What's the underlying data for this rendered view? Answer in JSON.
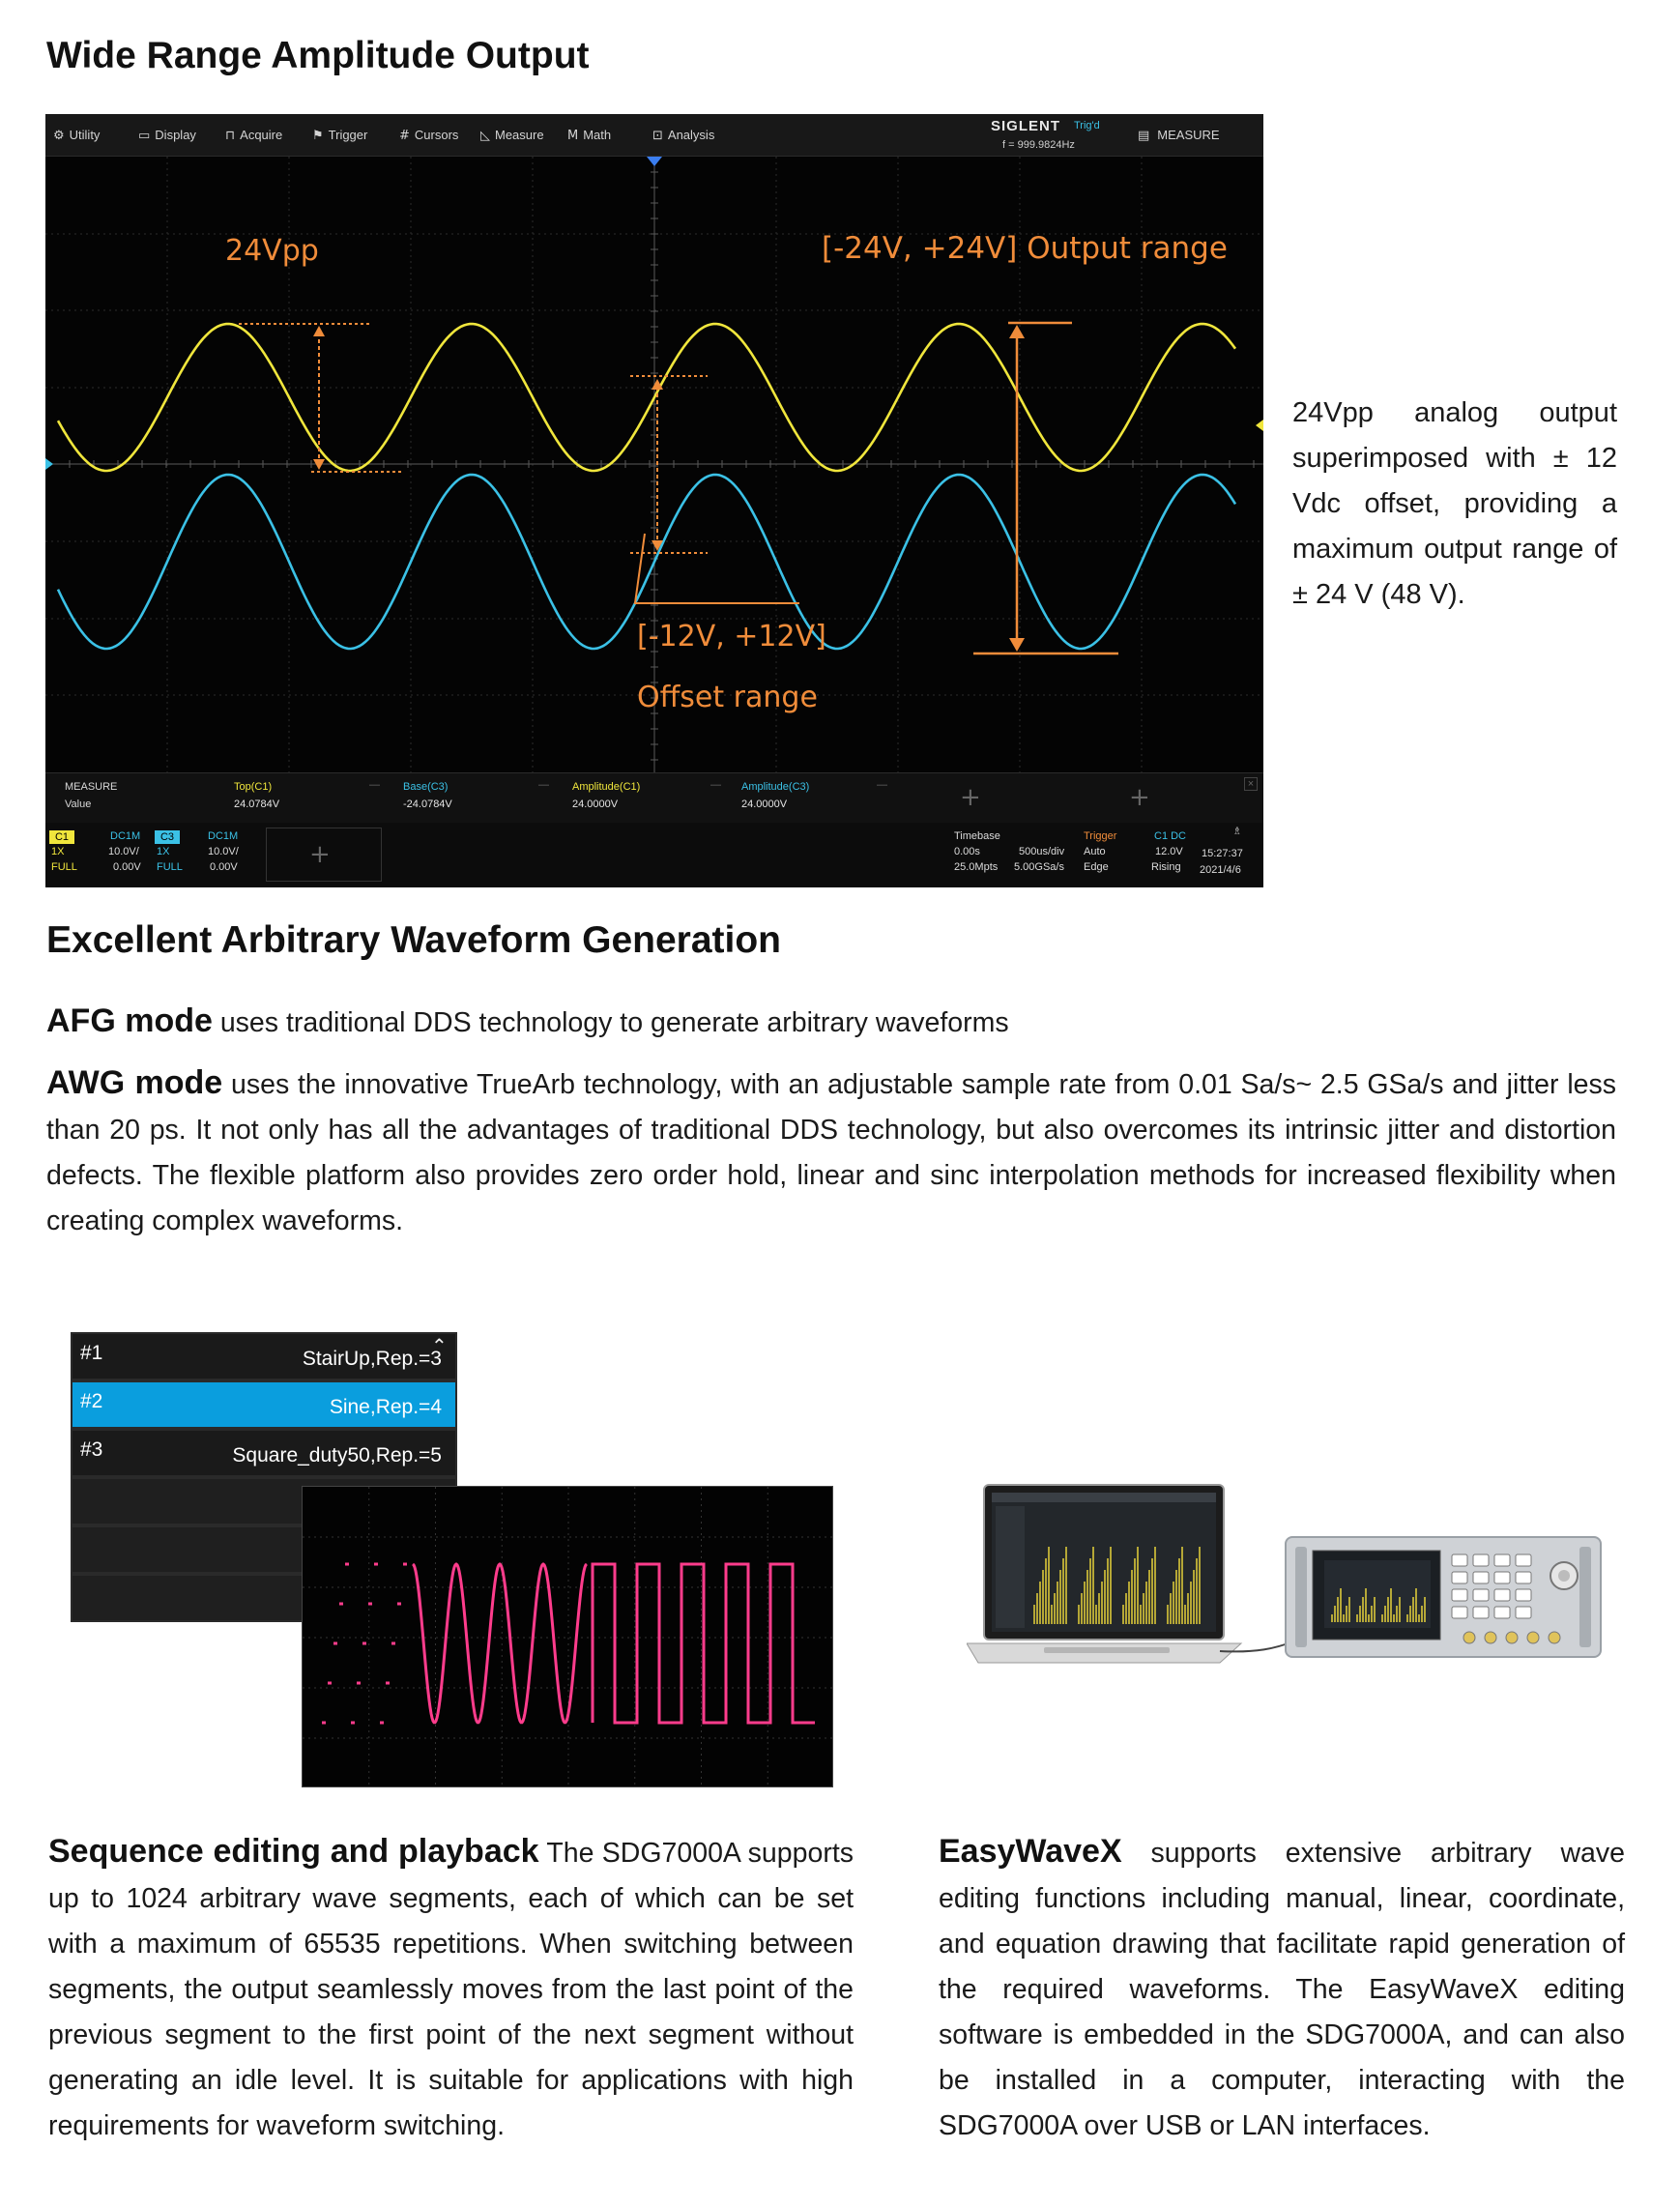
{
  "section1": {
    "title": "Wide Range Amplitude Output"
  },
  "scope": {
    "menu": [
      {
        "label": "Utility",
        "icon": "gear-icon",
        "glyph": "⚙"
      },
      {
        "label": "Display",
        "icon": "display-icon",
        "glyph": "▭"
      },
      {
        "label": "Acquire",
        "icon": "acquire-icon",
        "glyph": "⊓"
      },
      {
        "label": "Trigger",
        "icon": "flag-icon",
        "glyph": "⚑"
      },
      {
        "label": "Cursors",
        "icon": "cursors-icon",
        "glyph": "#"
      },
      {
        "label": "Measure",
        "icon": "measure-icon",
        "glyph": "◺"
      },
      {
        "label": "Math",
        "icon": "math-icon",
        "glyph": "M"
      },
      {
        "label": "Analysis",
        "icon": "analysis-icon",
        "glyph": "⊡"
      }
    ],
    "brand": "SIGLENT",
    "trig_status": "Trig'd",
    "frequency": "f = 999.9824Hz",
    "measure_button": "MEASURE",
    "annotations": {
      "vpp": "24Vpp",
      "output_range": "[-24V, +24V] Output range",
      "offset_values": "[-12V, +12V]",
      "offset_label": "Offset  range"
    },
    "measure_bar": {
      "label": "MEASURE",
      "value_label": "Value",
      "items": [
        {
          "name": "Top(C1)",
          "value": "24.0784V"
        },
        {
          "name": "Base(C3)",
          "value": "-24.0784V"
        },
        {
          "name": "Amplitude(C1)",
          "value": "24.0000V"
        },
        {
          "name": "Amplitude(C3)",
          "value": "24.0000V"
        }
      ]
    },
    "channels": {
      "c1": {
        "tag": "C1",
        "coupling": "DC1M",
        "probe": "1X",
        "scale": "10.0V/",
        "bw": "FULL",
        "offset": "0.00V"
      },
      "c3": {
        "tag": "C3",
        "coupling": "DC1M",
        "probe": "1X",
        "scale": "10.0V/",
        "bw": "FULL",
        "offset": "0.00V"
      }
    },
    "timebase": {
      "label": "Timebase",
      "delay": "0.00s",
      "scale": "500us/div",
      "mpts": "25.0Mpts",
      "rate": "5.00GSa/s"
    },
    "trigger": {
      "label": "Trigger",
      "source": "C1 DC",
      "mode": "Auto",
      "level": "12.0V",
      "type": "Edge",
      "slope": "Rising"
    },
    "clock": {
      "time": "15:27:37",
      "date": "2021/4/6"
    },
    "colors": {
      "ch1": "#f0e63c",
      "ch3": "#3bc1e6",
      "annotation": "#f08c3a"
    }
  },
  "side_text": "24Vpp analog output superimposed with ± 12 Vdc offset, providing a maximum output range of ± 24 V (48 V).",
  "section2": {
    "title": "Excellent Arbitrary Waveform Generation",
    "afg_bold": "AFG mode",
    "afg_text": " uses traditional DDS technology to generate arbitrary waveforms",
    "awg_bold": "AWG mode",
    "awg_text": " uses the innovative TrueArb technology, with an adjustable sample rate from 0.01 Sa/s~ 2.5 GSa/s and jitter less than 20 ps. It not only has all the advantages of traditional DDS technology, but also overcomes its intrinsic jitter and distortion defects. The flexible platform also provides zero order hold, linear and sinc interpolation methods for increased flexibility when creating complex waveforms."
  },
  "sequence": {
    "rows": [
      {
        "idx": "#1",
        "name": "StairUp,Rep.=3"
      },
      {
        "idx": "#2",
        "name": "Sine,Rep.=4"
      },
      {
        "idx": "#3",
        "name": "Square_duty50,Rep.=5"
      }
    ],
    "selected_color": "#0a9ede",
    "wave_color": "#ff3c8c"
  },
  "seq_para": {
    "bold": "Sequence editing and playback",
    "text": " The SDG7000A supports up to 1024 arbitrary wave segments, each of which can be set with a maximum of 65535 repetitions. When switching between segments, the output seamlessly moves from the last point of the previous segment to the first point of the next segment without generating an idle level. It is suitable for applications with high requirements for waveform switching."
  },
  "easywave_para": {
    "bold": "EasyWaveX",
    "text": " supports extensive arbitrary wave editing functions including manual, linear, coordinate, and equation drawing that facilitate rapid generation of the required waveforms. The EasyWaveX editing software is embedded in the SDG7000A, and can also be installed in a computer, interacting with the SDG7000A over USB or LAN interfaces."
  }
}
